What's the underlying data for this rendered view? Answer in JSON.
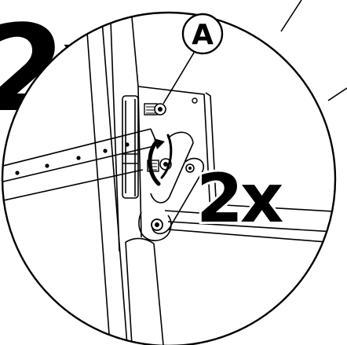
{
  "labels": {
    "callout": "A",
    "quantity_main": "2x",
    "quantity_detail": "2x"
  },
  "colors": {
    "ink": "#000000",
    "paper": "#ffffff"
  }
}
